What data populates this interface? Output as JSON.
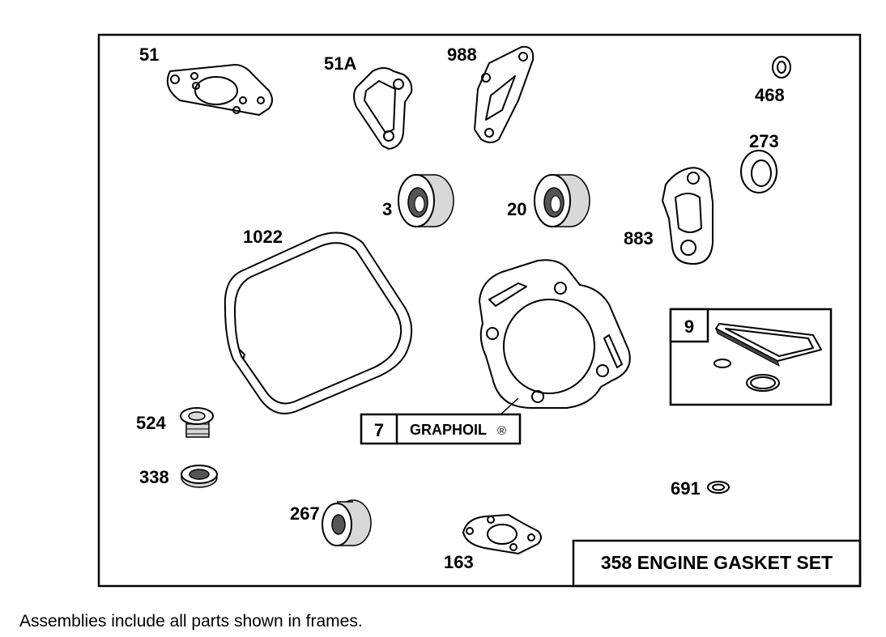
{
  "diagram": {
    "title": "358 ENGINE GASKET SET",
    "parts": {
      "p51": "51",
      "p51a": "51A",
      "p988": "988",
      "p468": "468",
      "p273": "273",
      "p3": "3",
      "p20": "20",
      "p883": "883",
      "p1022": "1022",
      "p524": "524",
      "p338": "338",
      "p267": "267",
      "p163": "163",
      "p691": "691"
    },
    "callouts": {
      "c7_num": "7",
      "c7_text": "GRAPHOIL",
      "c7_mark": "®",
      "c9_num": "9"
    }
  },
  "footer_note": "Assemblies include all parts shown in frames."
}
